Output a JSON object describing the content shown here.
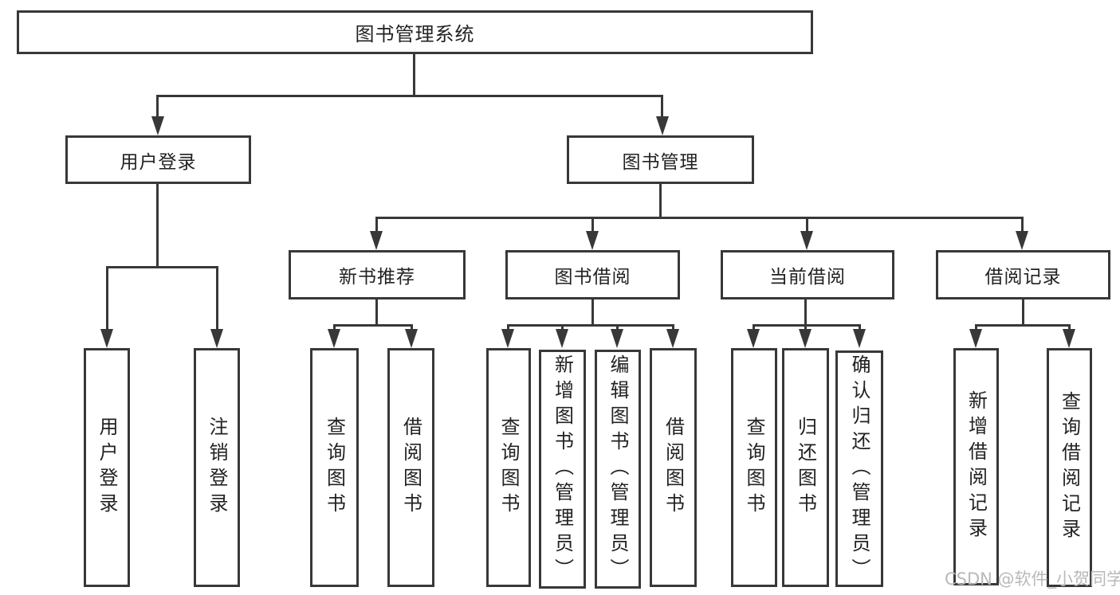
{
  "tree": {
    "root": "图书管理系统",
    "login_branch": {
      "label": "用户登录",
      "children": [
        "用户登录",
        "注销登录"
      ]
    },
    "mgmt_branch": {
      "label": "图书管理",
      "groups": [
        {
          "label": "新书推荐",
          "children": [
            "查询图书",
            "借阅图书"
          ]
        },
        {
          "label": "图书借阅",
          "children": [
            "查询图书",
            "新增图书（管理员）",
            "编辑图书（管理员）",
            "借阅图书"
          ]
        },
        {
          "label": "当前借阅",
          "children": [
            "查询图书",
            "归还图书",
            "确认归还（管理员）"
          ]
        },
        {
          "label": "借阅记录",
          "children": [
            "新增借阅记录",
            "查询借阅记录"
          ]
        }
      ]
    }
  },
  "watermark": "CSDN @软件_小贺同学",
  "colors": {
    "line": "#383838",
    "text": "#222222",
    "watermark": "#b9b9b9",
    "background": "#ffffff"
  }
}
